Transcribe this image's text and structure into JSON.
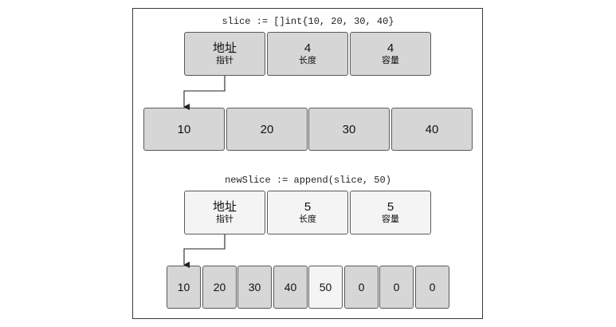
{
  "diagram": {
    "top": {
      "code": "slice := []int{10, 20, 30, 40}",
      "header": [
        {
          "main": "地址",
          "sub": "指针"
        },
        {
          "main": "4",
          "sub": "长度"
        },
        {
          "main": "4",
          "sub": "容量"
        }
      ],
      "array": [
        "10",
        "20",
        "30",
        "40"
      ]
    },
    "bottom": {
      "code": "newSlice := append(slice, 50)",
      "header": [
        {
          "main": "地址",
          "sub": "指针"
        },
        {
          "main": "5",
          "sub": "长度"
        },
        {
          "main": "5",
          "sub": "容量"
        }
      ],
      "array": [
        "10",
        "20",
        "30",
        "40",
        "50",
        "0",
        "0",
        "0"
      ]
    },
    "colors": {
      "gray_fill": "#d6d6d6",
      "light_fill": "#f4f4f4",
      "border": "#5a5a5a"
    }
  }
}
